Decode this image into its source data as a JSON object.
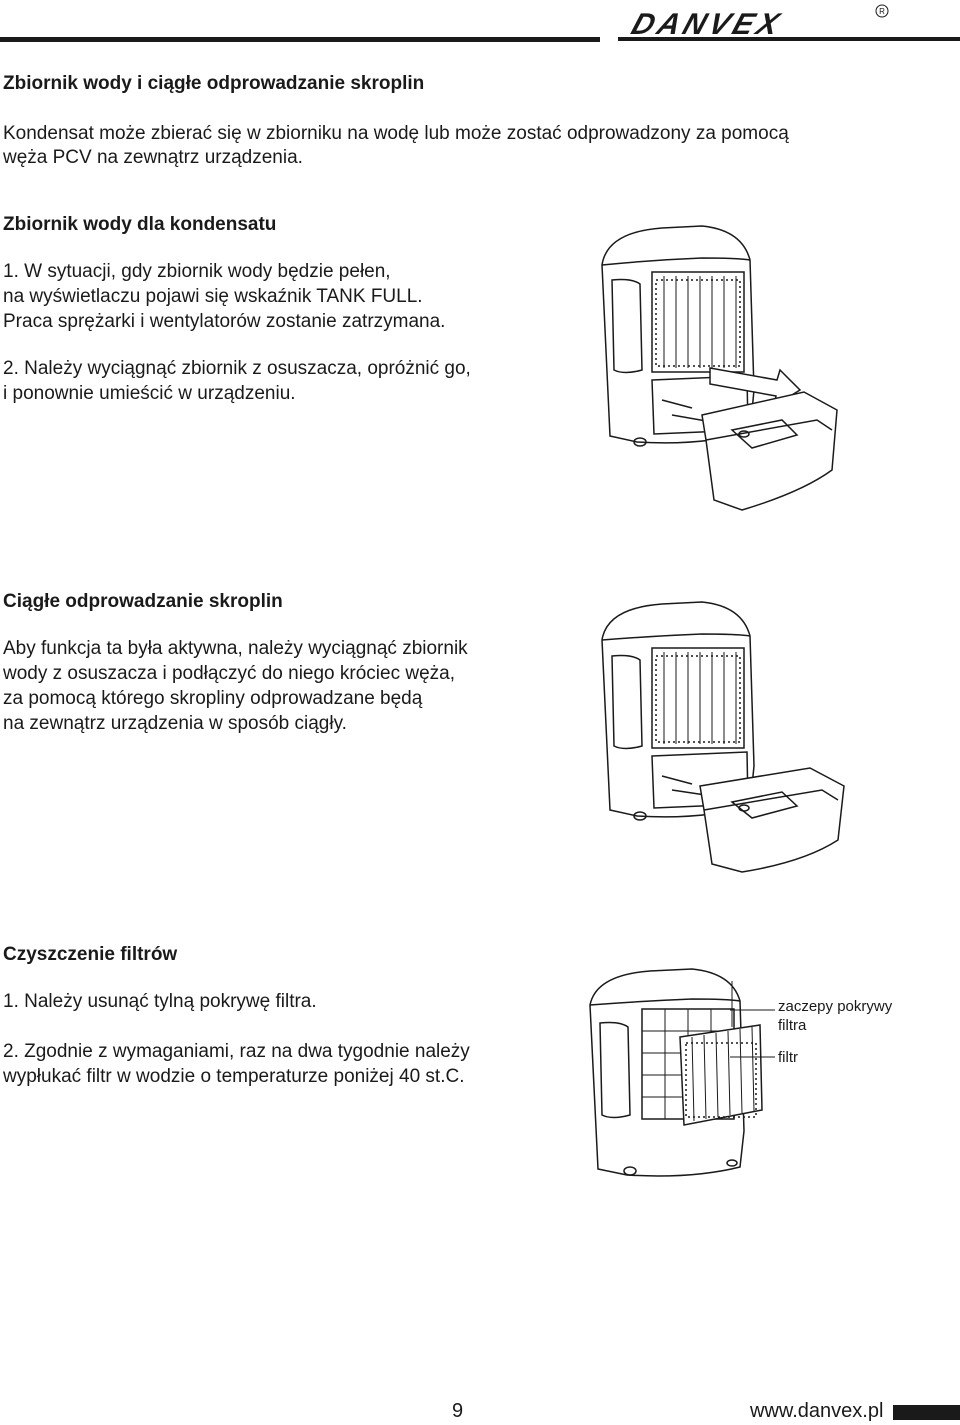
{
  "brand": {
    "logo_text": "DANVEX",
    "registered_mark": "R"
  },
  "section1": {
    "title": "Zbiornik wody i ciągłe odprowadzanie skroplin",
    "intro_line1": "Kondensat może zbierać się w zbiorniku na wodę lub może zostać odprowadzony za pomocą",
    "intro_line2": "węża PCV na zewnątrz urządzenia."
  },
  "section2": {
    "title": "Zbiornik wody dla kondensatu",
    "step1_line1": "1. W sytuacji, gdy zbiornik wody będzie pełen,",
    "step1_line2": "na wyświetlaczu pojawi się wskaźnik TANK FULL.",
    "step1_line3": "Praca sprężarki i wentylatorów zostanie zatrzymana.",
    "step2_line1": "2. Należy wyciągnąć zbiornik z osuszacza, opróżnić go,",
    "step2_line2": "i ponownie umieścić w urządzeniu."
  },
  "section3": {
    "title": "Ciągłe odprowadzanie skroplin",
    "line1": "Aby funkcja ta była aktywna, należy wyciągnąć zbiornik",
    "line2": "wody z osuszacza i podłączyć do niego króciec węża,",
    "line3": "za pomocą którego skropliny odprowadzane będą",
    "line4": "na zewnątrz urządzenia w sposób ciągły."
  },
  "section4": {
    "title": "Czyszczenie filtrów",
    "step1": "1. Należy usunąć tylną pokrywę filtra.",
    "step2_line1": "2. Zgodnie z wymaganiami, raz na dwa tygodnie należy",
    "step2_line2": "wypłukać filtr w wodzie o temperaturze poniżej 40 st.C.",
    "callout_clips_line1": "zaczepy pokrywy",
    "callout_clips_line2": "filtra",
    "callout_filter": "filtr"
  },
  "footer": {
    "page_number": "9",
    "url": "www.danvex.pl"
  }
}
